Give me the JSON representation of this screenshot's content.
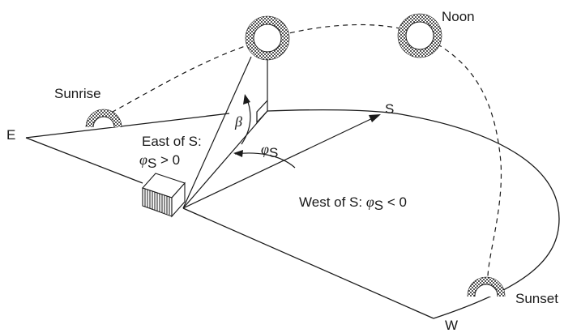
{
  "diagram": {
    "labels": {
      "east": "E",
      "south": "S",
      "west": "W",
      "noon": "Noon",
      "sunrise": "Sunrise",
      "sunset": "Sunset",
      "east_of_s_line1": "East of S:",
      "east_of_s_line2_rest": " > 0",
      "west_of_s_prefix": "West of S: ",
      "west_of_s_rest": " < 0",
      "phi": "φ",
      "phi_sub": "S",
      "beta": "β"
    }
  }
}
